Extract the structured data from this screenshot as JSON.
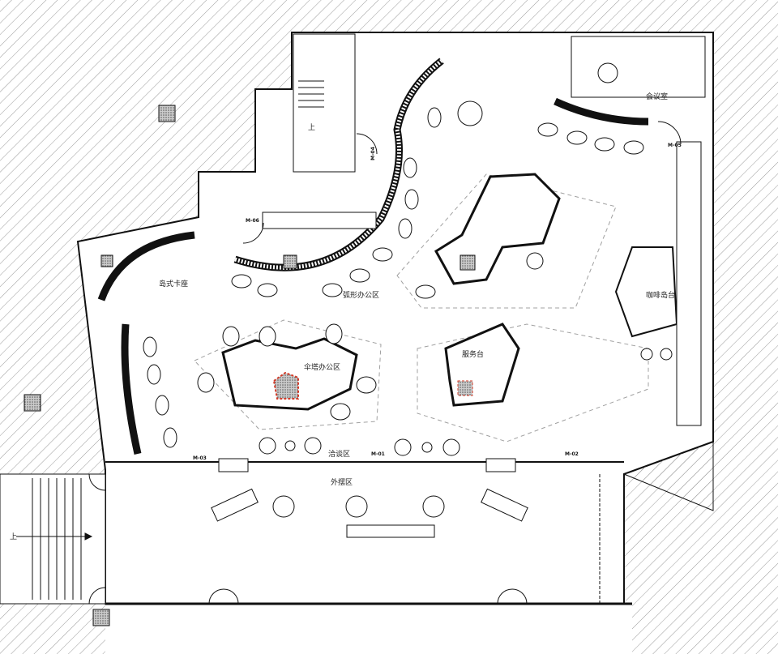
{
  "zones": {
    "meeting_room": "会议室",
    "coffee_island": "咖啡岛台",
    "island_booth": "岛式卡座",
    "arc_office": "弧形办公区",
    "umbrella_office": "伞塔办公区",
    "service_desk": "服务台",
    "negotiation": "洽谈区",
    "outdoor": "外摆区"
  },
  "doors": {
    "m01": "M-01",
    "m02": "M-02",
    "m03": "M-03",
    "m04": "M-04",
    "m05": "M-05",
    "m06": "M-06"
  },
  "stairs": {
    "up_inner": "上",
    "up_outer": "上"
  },
  "colors": {
    "line": "#111111",
    "hatch": "#9a9a9a",
    "dashed": "#a0a0a0",
    "accent": "#d23c2a"
  }
}
